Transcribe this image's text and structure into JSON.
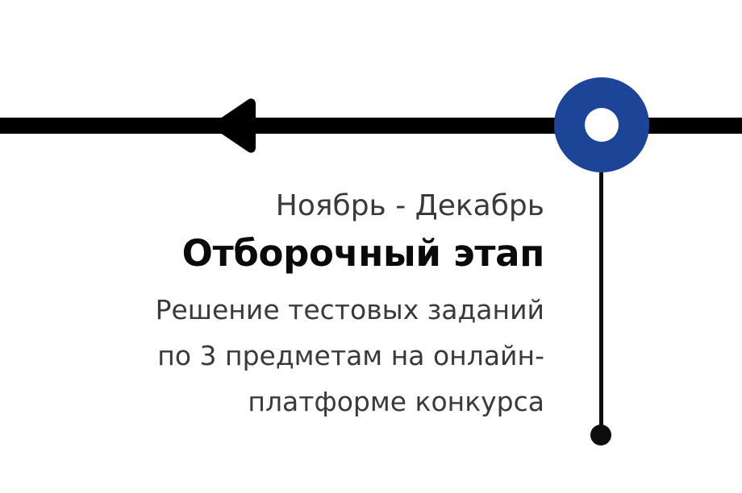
{
  "diagram": {
    "type": "timeline-milestone",
    "orientation": "horizontal",
    "direction": "right-to-left",
    "colors": {
      "axis": "#000000",
      "node_accent": "#1c4598",
      "node_hole": "#ffffff",
      "connector": "#0d0d0d",
      "title_text": "#0a0a0a",
      "body_text": "#3a3a3c",
      "background": "#ffffff"
    }
  },
  "milestone": {
    "period": "Ноябрь - Декабрь",
    "title": "Отборочный этап",
    "description_lines": [
      "Решение тестовых заданий",
      "по 3 предметам на онлайн-",
      "платформе конкурса"
    ],
    "description_full": "Решение тестовых заданий по 3 предметам на онлайн-платформе конкурса"
  }
}
